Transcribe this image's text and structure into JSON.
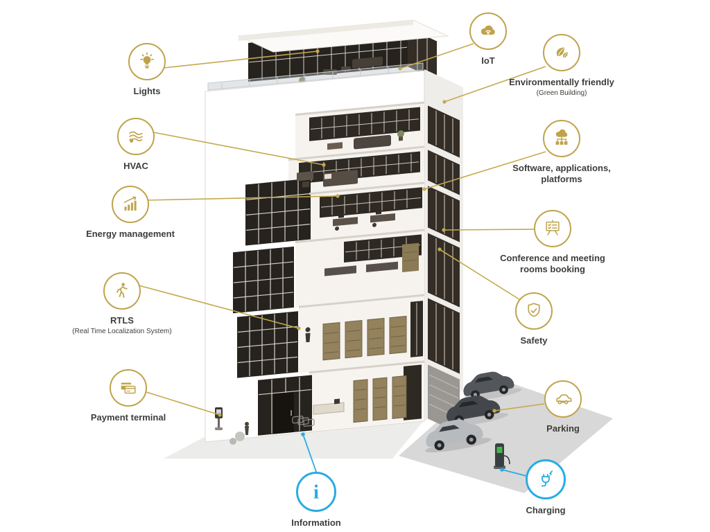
{
  "palette": {
    "gold": "#bfa34c",
    "blue": "#29abe2",
    "text": "#3d3d3b",
    "glass_dark": "#26221d"
  },
  "diagram_subject": "smart-building-cutaway",
  "features": [
    {
      "id": "lights",
      "label": "Lights",
      "icon": "lightbulb-icon"
    },
    {
      "id": "hvac",
      "label": "HVAC",
      "icon": "air-leaf-icon"
    },
    {
      "id": "energy-management",
      "label": "Energy management",
      "icon": "bar-chart-growth-icon"
    },
    {
      "id": "rtls",
      "label": "RTLS",
      "sublabel": "(Real Time Localization System)",
      "icon": "walking-person-icon"
    },
    {
      "id": "payment-terminal",
      "label": "Payment terminal",
      "icon": "credit-cards-icon"
    },
    {
      "id": "information",
      "label": "Information",
      "icon": "info-icon"
    },
    {
      "id": "iot",
      "label": "IoT",
      "icon": "cloud-wifi-icon"
    },
    {
      "id": "environmentally-friendly",
      "label": "Environmentally friendly",
      "sublabel": "(Green Building)",
      "icon": "leaves-icon"
    },
    {
      "id": "software-applications-platforms",
      "label": "Software, applications, platforms",
      "icon": "cloud-network-icon"
    },
    {
      "id": "conference-meeting-rooms-booking",
      "label": "Conference and meeting rooms booking",
      "icon": "presentation-checklist-icon"
    },
    {
      "id": "safety",
      "label": "Safety",
      "icon": "shield-check-icon"
    },
    {
      "id": "parking",
      "label": "Parking",
      "icon": "car-icon"
    },
    {
      "id": "charging",
      "label": "Charging",
      "icon": "charging-plug-icon"
    }
  ]
}
